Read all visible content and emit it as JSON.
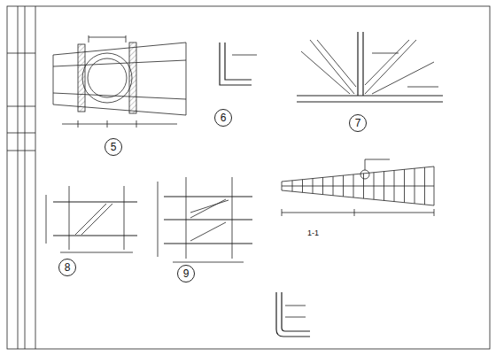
{
  "diagram": {
    "nodes": [
      {
        "text": [
          "5"
        ]
      },
      {
        "text": [
          "6"
        ]
      },
      {
        "text": [
          "7"
        ]
      },
      {
        "text": [
          "8"
        ]
      },
      {
        "text": [
          "9"
        ]
      }
    ],
    "labels": [
      "1-1"
    ]
  }
}
